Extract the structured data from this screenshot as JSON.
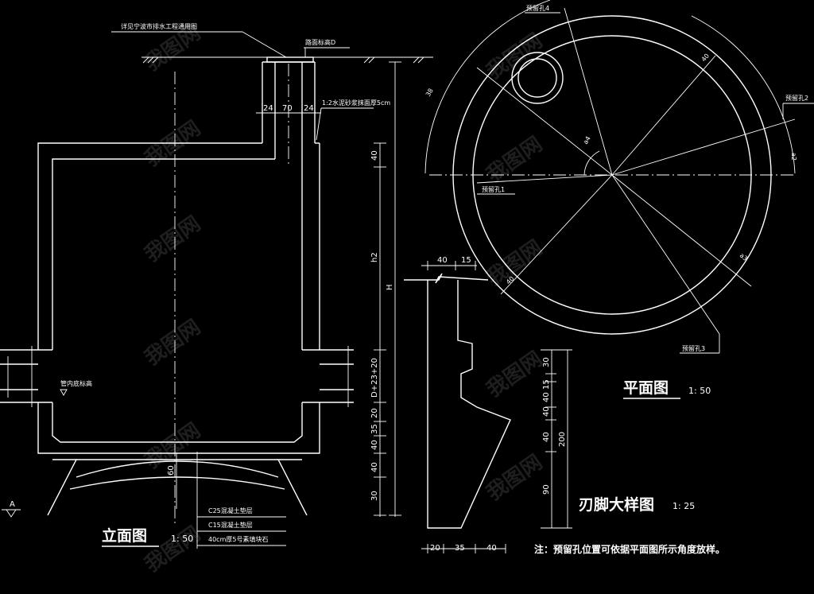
{
  "elevation": {
    "title": "立面图",
    "scale": "1: 50",
    "ref_note": "详见宁波市排水工程通用图",
    "ground_label": "路面标高D",
    "wall_dims": [
      "24",
      "70",
      "24"
    ],
    "plaster_note": "1:2水泥砂浆抹面厚5cm",
    "right_dims": [
      "40",
      "h2",
      "H",
      "D+23+20",
      "20",
      "35",
      "40",
      "40",
      "30"
    ],
    "left_dims": [
      "60"
    ],
    "pipe_note": "管内底标高",
    "layers": [
      "C25混凝土垫层",
      "C15混凝土垫层",
      "40cm厚5号素填块石"
    ],
    "section_mark": "A"
  },
  "detail": {
    "title": "刃脚大样图",
    "scale": "1: 25",
    "top_dims": [
      "40",
      "15"
    ],
    "bottom_dims": [
      "20",
      "35",
      "40"
    ],
    "side_dims": [
      "30",
      "40",
      "15",
      "40",
      "40",
      "200",
      "90"
    ]
  },
  "plan": {
    "title": "平面图",
    "scale": "1: 50",
    "holes": [
      "预留孔4",
      "预留孔1",
      "预留孔2",
      "预留孔3"
    ],
    "angles": [
      "a4",
      "a1",
      "a2",
      "a3"
    ],
    "radius_dims": [
      "38",
      "40"
    ]
  },
  "note": "注：预留孔位置可依据平面图所示角度放样。"
}
